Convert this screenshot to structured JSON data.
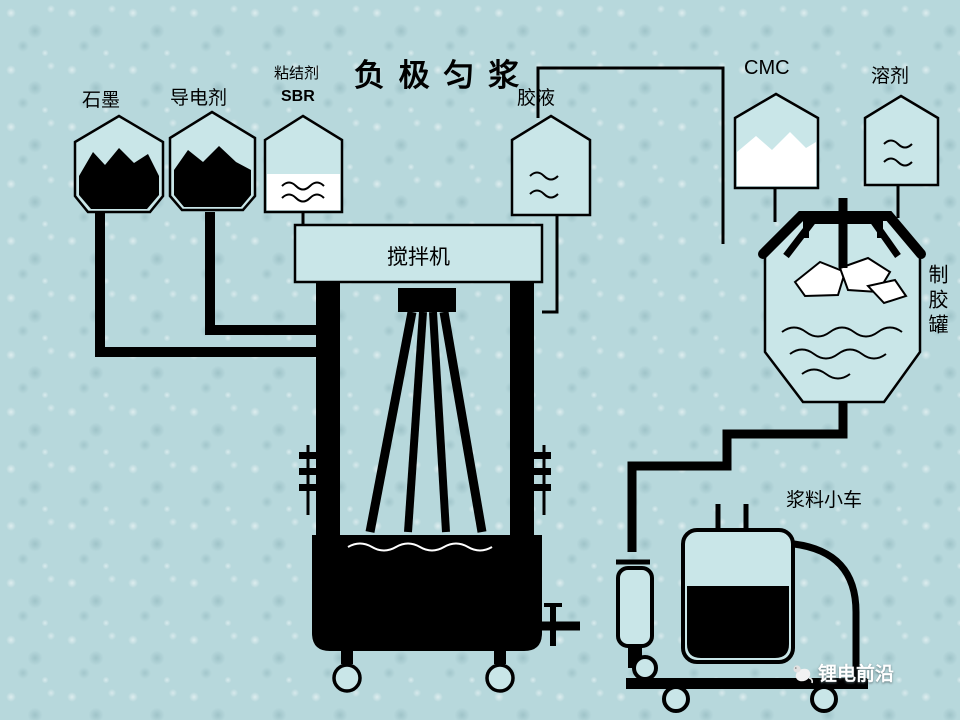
{
  "title": "负 极 匀 浆",
  "materials": {
    "graphite": "石墨",
    "conductive_agent": "导电剂",
    "binder": "粘结剂",
    "binder_type": "SBR",
    "glue_liquid": "胶液",
    "cmc": "CMC",
    "solvent": "溶剂"
  },
  "equipment": {
    "mixer": "搅拌机",
    "glue_tank": "制胶罐",
    "slurry_cart": "浆料小车"
  },
  "watermark": "锂电前沿",
  "colors": {
    "background": "#b7d8dc",
    "vessel_fill": "#c9e6e8",
    "line": "#000000",
    "watermark_text": "#ffffff"
  }
}
